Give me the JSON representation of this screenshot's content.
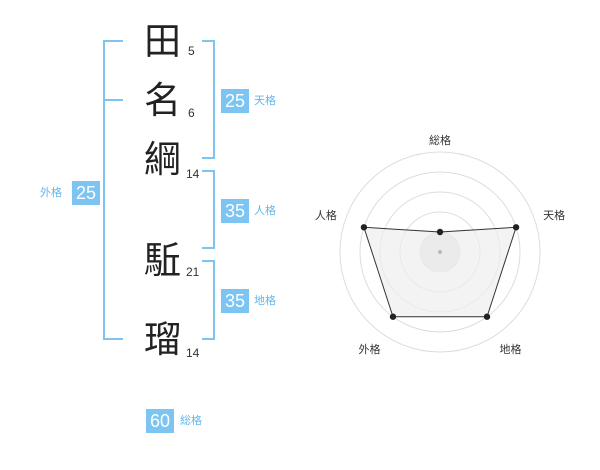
{
  "name": {
    "characters": [
      {
        "char": "田",
        "strokes": "5"
      },
      {
        "char": "名",
        "strokes": "6"
      },
      {
        "char": "綱",
        "strokes": "14"
      },
      {
        "char": "駈",
        "strokes": "21"
      },
      {
        "char": "瑠",
        "strokes": "14"
      }
    ]
  },
  "scores": {
    "tenkaku": {
      "value": "25",
      "label": "天格"
    },
    "jinkaku": {
      "value": "35",
      "label": "人格"
    },
    "chikaku": {
      "value": "35",
      "label": "地格"
    },
    "gaikaku": {
      "value": "25",
      "label": "外格"
    },
    "soukaku": {
      "value": "60",
      "label": "総格"
    }
  },
  "colors": {
    "accent": "#7cc4f2",
    "accent_text": "#62b7ee",
    "radar_fill": "#eeeeee",
    "radar_line": "#333333",
    "grid": "#dddddd"
  },
  "chart_data": {
    "type": "radar",
    "axes": [
      "総格",
      "天格",
      "地格",
      "外格",
      "人格"
    ],
    "levels": 5,
    "values": [
      1,
      4,
      4,
      4,
      4
    ],
    "max": 5
  }
}
